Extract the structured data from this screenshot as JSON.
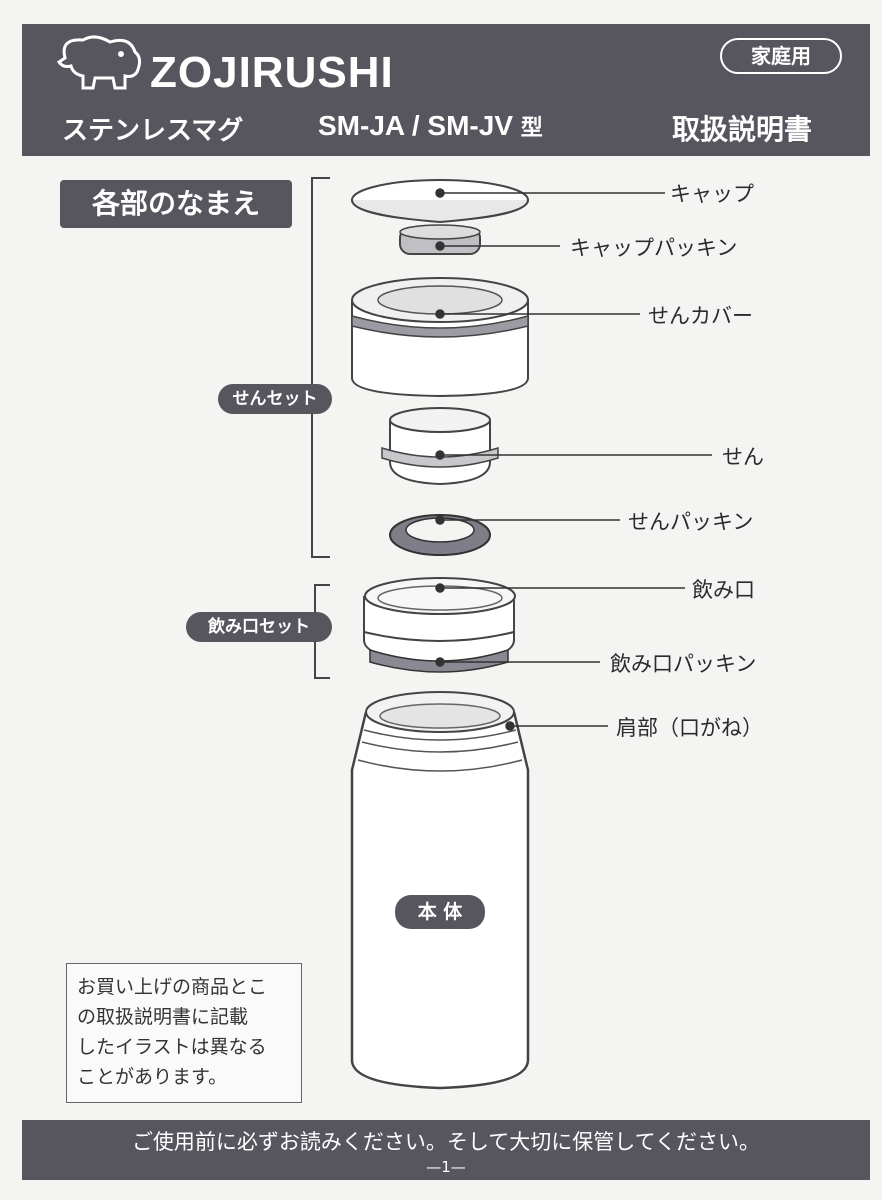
{
  "header": {
    "brand": "ZOJIRUSHI",
    "badge": "家庭用",
    "product_name": "ステンレスマグ",
    "model": "SM-JA / SM-JV",
    "model_suffix": "型",
    "manual": "取扱説明書"
  },
  "section_title": "各部のなまえ",
  "groups": {
    "stopper_set": "せんセット",
    "mouth_set": "飲み口セット"
  },
  "parts": {
    "cap": "キャップ",
    "cap_packing": "キャップパッキン",
    "stopper_cover": "せんカバー",
    "stopper": "せん",
    "stopper_packing": "せんパッキン",
    "mouth": "飲み口",
    "mouth_packing": "飲み口パッキン",
    "shoulder": "肩部（口がね）",
    "body": "本 体"
  },
  "note": {
    "lines": [
      "お買い上げの商品とこ",
      "の取扱説明書に記載",
      "したイラストは異なる",
      "ことがあります。"
    ]
  },
  "footer": {
    "text": "ご使用前に必ずお読みください。そして大切に保管してください。",
    "page": "—1—"
  }
}
